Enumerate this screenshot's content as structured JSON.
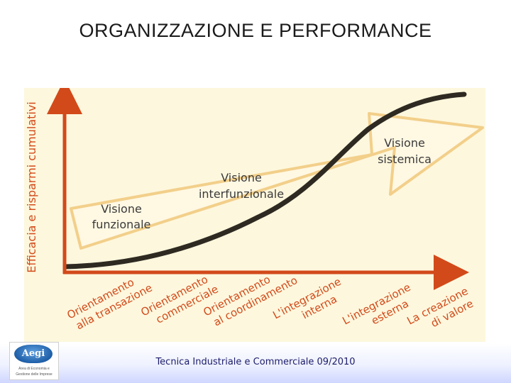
{
  "title": "ORGANIZZAZIONE  E PERFORMANCE",
  "diagram": {
    "y_axis_label": "Efficacia e risparmi cumulativi",
    "arrow_labels": [
      [
        "Visione",
        "funzionale"
      ],
      [
        "Visione",
        "interfunzionale"
      ],
      [
        "Visione",
        "sistemica"
      ]
    ],
    "x_labels": [
      [
        "Orientamento",
        "alla transazione"
      ],
      [
        "Orientamento",
        "commerciale"
      ],
      [
        "Orientamento",
        "al coordinamento"
      ],
      [
        "L'integrazione",
        "interna"
      ],
      [
        "L'integrazione",
        "esterna"
      ],
      [
        "La creazione",
        "di valore"
      ]
    ],
    "colors": {
      "background": "#fdf7dd",
      "axes": "#d24a1a",
      "curve": "#2e2a22",
      "arrow_stroke": "#f2cf8a",
      "arrow_fill": "#fff8e3",
      "label_text": "#3a3a3a"
    }
  },
  "footer": {
    "text": "Tecnica Industriale e Commerciale 09/2010"
  },
  "logo": {
    "name": "Aegi",
    "line1": "Area di Economia e",
    "line2": "Gestione delle Imprese"
  }
}
